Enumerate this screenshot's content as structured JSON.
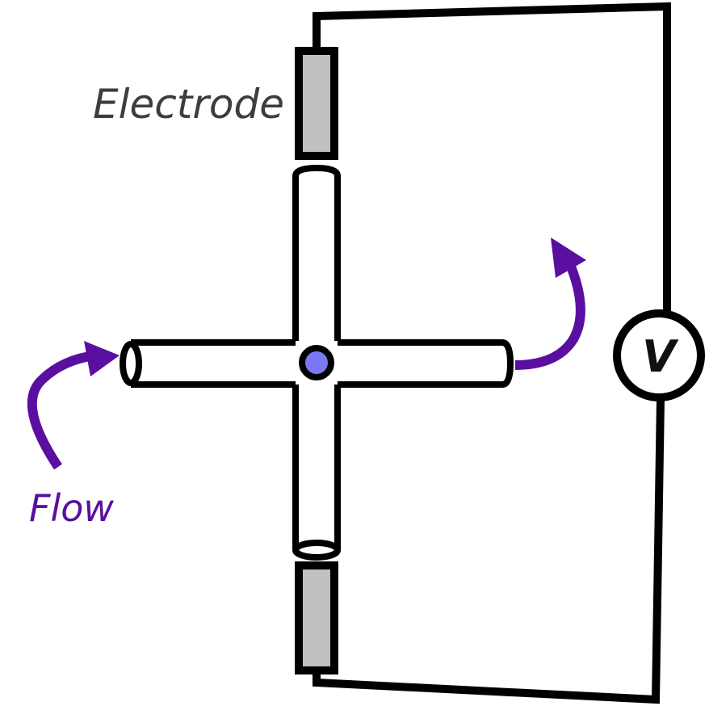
{
  "labels": {
    "electrode": "Electrode",
    "flow": "Flow",
    "voltmeter": "V"
  },
  "colors": {
    "flow_arrow": "#5b0fa0",
    "electrode_fill": "#c0c0c0",
    "sample_dot": "#7b78f5",
    "stroke": "#000000",
    "electrode_text": "#3d3d3d"
  },
  "components": {
    "electrodes": [
      "top-electrode",
      "bottom-electrode"
    ],
    "channels": [
      "horizontal-channel",
      "vertical-channel"
    ],
    "meter": "voltmeter"
  }
}
